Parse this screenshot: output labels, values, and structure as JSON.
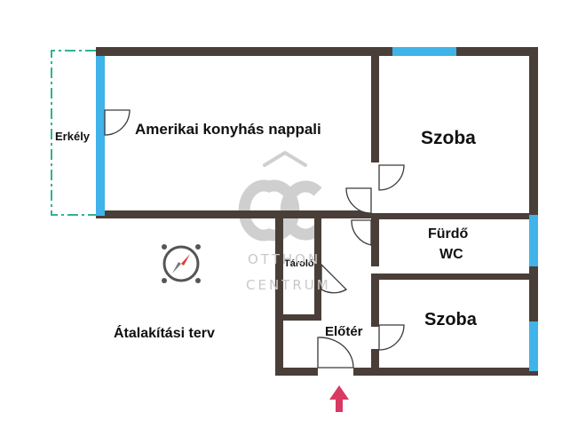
{
  "rooms": {
    "living": "Amerikai konyhás nappali",
    "room_top": "Szoba",
    "room_bottom": "Szoba",
    "balcony": "Erkély",
    "bathroom_line1": "Fürdő",
    "bathroom_line2": "WC",
    "storage": "Tároló",
    "hall": "Előtér"
  },
  "plan_note": "Átalakítási terv",
  "watermark": {
    "monogram": "OC",
    "line1": "OTTHON",
    "line2": "CENTRUM"
  },
  "colors": {
    "wall": "#4a3f38",
    "window": "#3fb3ea",
    "balcony_outline": "#2fb392",
    "entrance_arrow": "#d83a63",
    "watermark": "#c9c9c9"
  },
  "icons": {
    "compass": "compass-icon",
    "entrance": "entrance-arrow-icon"
  }
}
